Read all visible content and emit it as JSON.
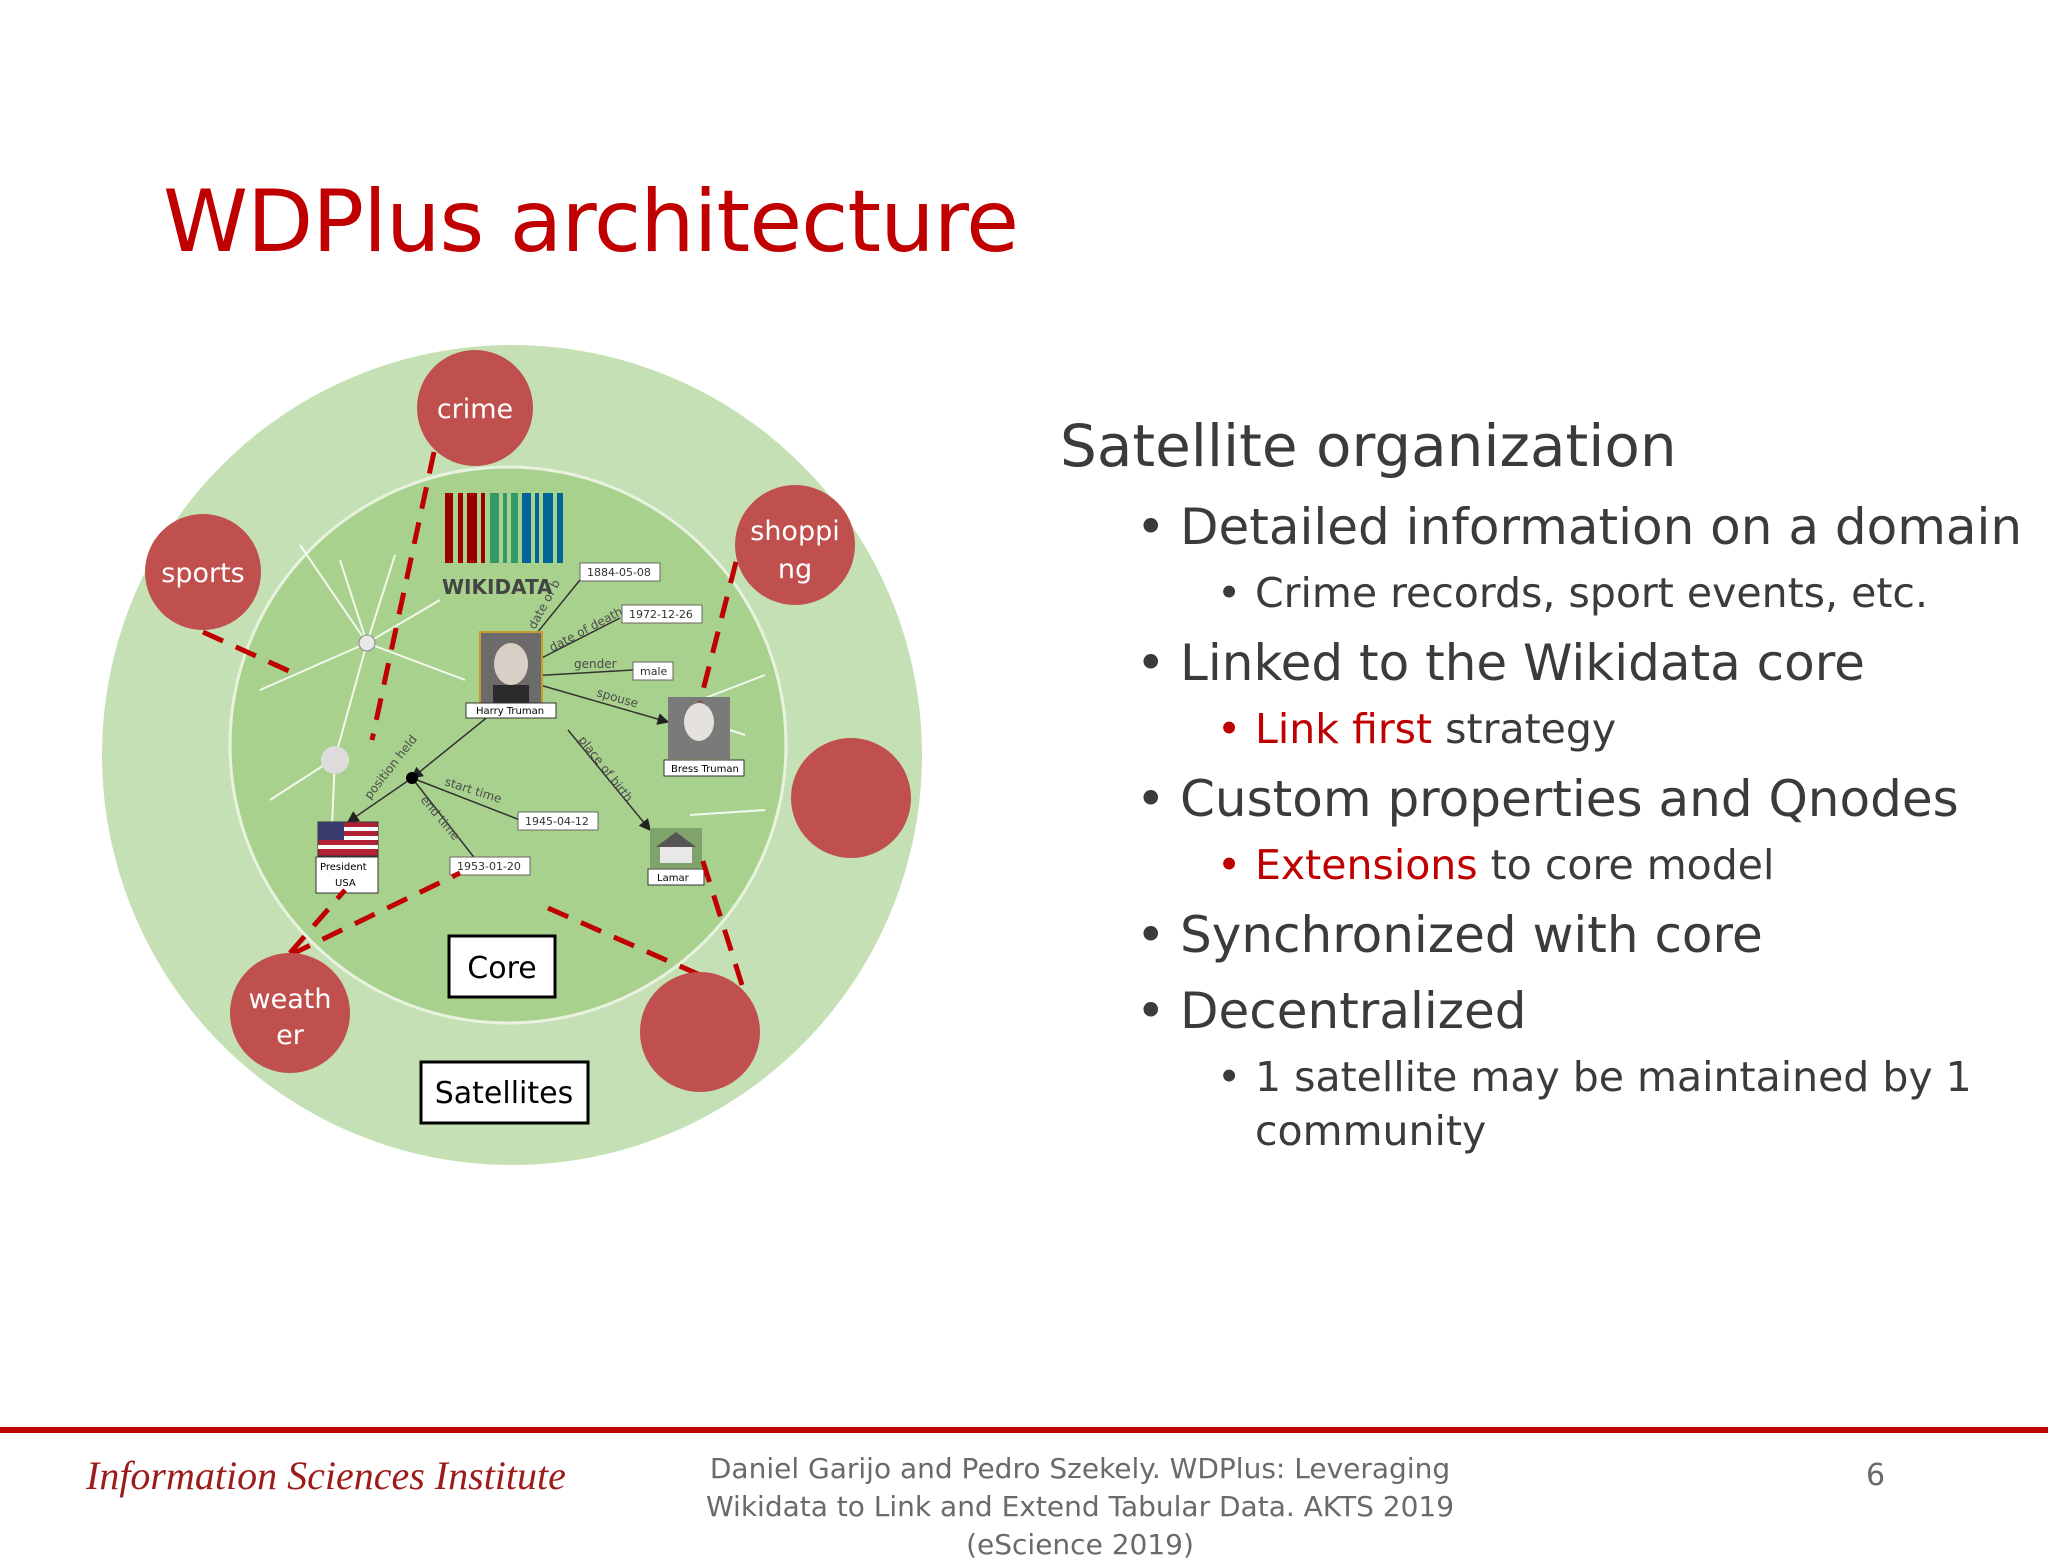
{
  "title": "WDPlus architecture",
  "diagram": {
    "satellites": {
      "crime": "crime",
      "sports": "sports",
      "shopping_line1": "shoppi",
      "shopping_line2": "ng",
      "weather_line1": "weath",
      "weather_line2": "er"
    },
    "core_box": "Core",
    "satellites_box": "Satellites",
    "wikidata_logo": "WIKIDATA",
    "graph": {
      "dates": {
        "birth": "1884-05-08",
        "death": "1972-12-26",
        "start": "1945-04-12",
        "end": "1953-01-20"
      },
      "gender_value": "male",
      "nodes": {
        "truman": "Harry Truman",
        "bess": "Bress Truman",
        "president_line1": "President",
        "president_line2": "USA",
        "lamar": "Lamar"
      },
      "edges": {
        "date_of_birth": "date of b",
        "date_of_death": "date of death",
        "gender": "gender",
        "spouse": "spouse",
        "place_of_birth": "place of birth",
        "position_held": "position held",
        "start_time": "start time",
        "end_time": "end time"
      }
    },
    "colors": {
      "outer_ring": "#c5e0b4",
      "inner_circle": "#a9d18e",
      "satellite": "#c0504d",
      "link": "#c00000"
    }
  },
  "content": {
    "heading": "Satellite organization",
    "items": [
      {
        "text": "Detailed information on a domain",
        "level": 1
      },
      {
        "text": "Crime records, sport events, etc.",
        "level": 2
      },
      {
        "text": "Linked to the Wikidata core",
        "level": 1
      },
      {
        "red": "Link first",
        "text": " strategy",
        "level": 2
      },
      {
        "text": "Custom properties and Qnodes",
        "level": 1
      },
      {
        "red": "Extensions",
        "text": " to core model",
        "level": 2
      },
      {
        "text": "Synchronized with core",
        "level": 1
      },
      {
        "text": "Decentralized",
        "level": 1
      },
      {
        "text": "1 satellite may be maintained by 1 community",
        "level": 2
      }
    ]
  },
  "footer": {
    "logo": "Information Sciences Institute",
    "citation": "Daniel Garijo and Pedro Szekely. WDPlus: Leveraging Wikidata to Link and Extend Tabular Data. AKTS 2019 (eScience 2019)",
    "page": "6"
  }
}
